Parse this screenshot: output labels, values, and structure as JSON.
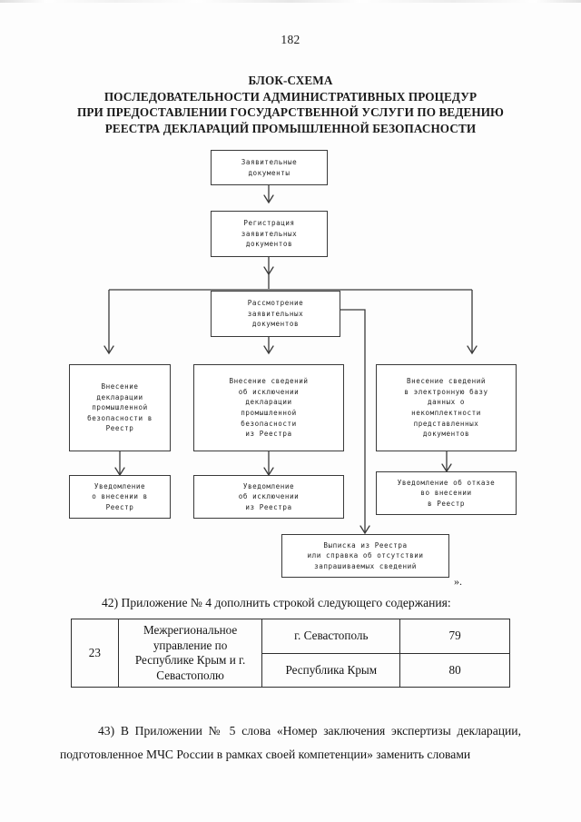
{
  "page": {
    "number": "182"
  },
  "title": {
    "lines": [
      "БЛОК-СХЕМА",
      "ПОСЛЕДОВАТЕЛЬНОСТИ АДМИНИСТРАТИВНЫХ ПРОЦЕДУР",
      "ПРИ ПРЕДОСТАВЛЕНИИ ГОСУДАРСТВЕННОЙ УСЛУГИ ПО ВЕДЕНИЮ",
      "РЕЕСТРА ДЕКЛАРАЦИЙ ПРОМЫШЛЕННОЙ БЕЗОПАСНОСТИ"
    ]
  },
  "flowchart": {
    "nodes": [
      {
        "id": "applicant-documents",
        "text": "Заявительные\nдокументы"
      },
      {
        "id": "registration",
        "text": "Регистрация\nзаявительных\nдокументов"
      },
      {
        "id": "review",
        "text": "Рассмотрение\nзаявительных\nдокументов"
      },
      {
        "id": "entry-into-registry",
        "text": "Внесение\nдекларации\nпромышленной\nбезопасности в\nРеестр"
      },
      {
        "id": "exclusion-from-registry",
        "text": "Внесение сведений\nоб исключении\nдекларации\nпромышленной\nбезопасности\nиз Реестра"
      },
      {
        "id": "incomplete-set-database",
        "text": "Внесение сведений\nв электронную базу\nданных о\nнекомплектности\nпредставленных\nдокументов"
      },
      {
        "id": "notice-of-entry",
        "text": "Уведомление\nо внесении в\nРеестр"
      },
      {
        "id": "notice-of-exclusion",
        "text": "Уведомление\nоб исключении\nиз Реестра"
      },
      {
        "id": "notice-of-refusal",
        "text": "Уведомление об отказе\nво внесении\nв Реестр"
      },
      {
        "id": "registry-extract",
        "text": "Выписка из Реестра\nили справка об отсутствии\nзапрашиваемых сведений"
      }
    ],
    "closing_quote": "»."
  },
  "paragraphs": {
    "item42": "42) Приложение № 4 дополнить строкой следующего содержания:",
    "item43": "43) В Приложении № 5 слова «Номер заключения экспертизы декларации, подготовленное МЧС России в рамках своей компетенции» заменить словами"
  },
  "table": {
    "rows": [
      {
        "number": "23",
        "organization": "Межрегиональное управление по Республике Крым и г. Севастополю",
        "cells": [
          {
            "region": "г. Севастополь",
            "code": "79"
          },
          {
            "region": "Республика Крым",
            "code": "80"
          }
        ]
      }
    ]
  },
  "colors": {
    "paper": "#fdfdfd",
    "ink": "#141414",
    "line": "#3a3a3a"
  }
}
